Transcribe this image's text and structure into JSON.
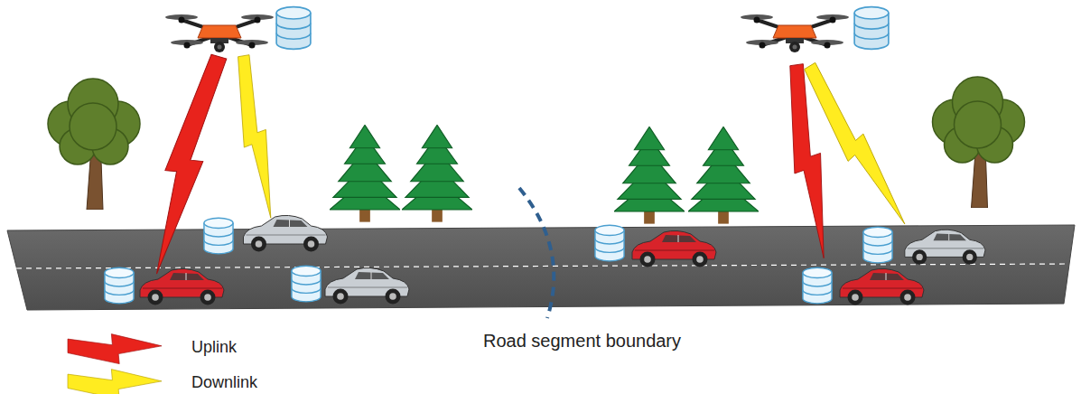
{
  "diagram": {
    "labels": [
      "Road segment boundary"
    ],
    "legend": [
      {
        "text": "Uplink"
      },
      {
        "text": "Downlink"
      }
    ]
  }
}
